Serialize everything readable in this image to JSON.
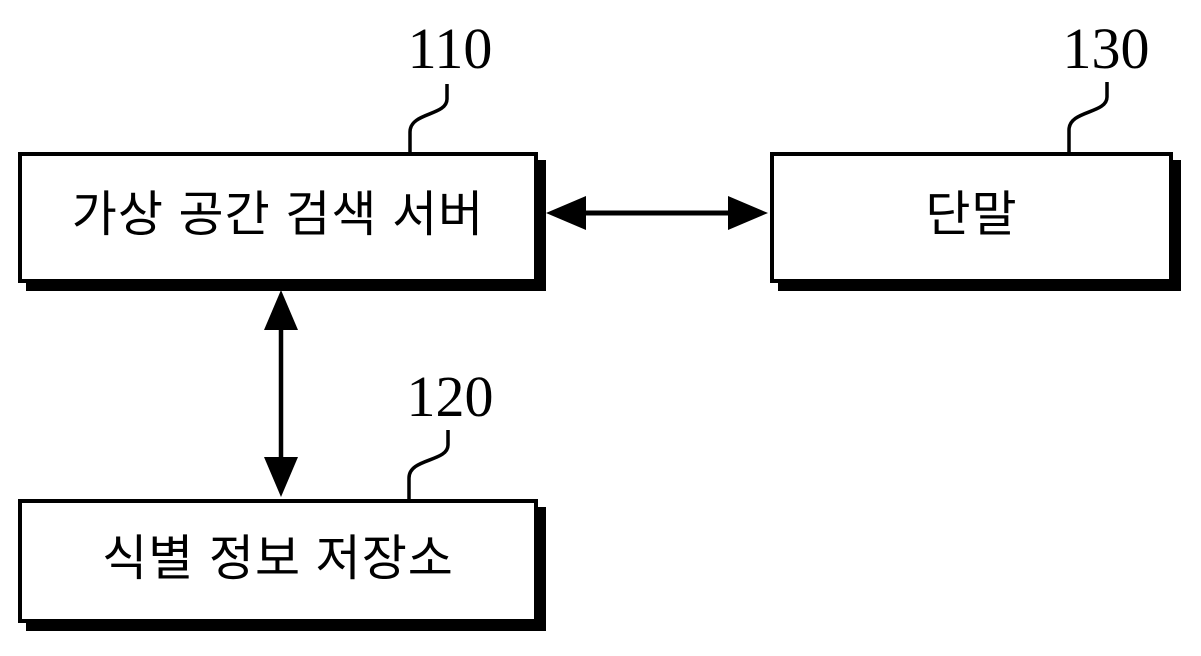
{
  "diagram": {
    "title": "",
    "kind": "patent-block-diagram",
    "background_color": "#ffffff",
    "line_color": "#000000",
    "nodes": [
      {
        "id": "110",
        "ref_label": "110",
        "text": "가상 공간 검색 서버"
      },
      {
        "id": "120",
        "ref_label": "120",
        "text": "식별 정보 저장소"
      },
      {
        "id": "130",
        "ref_label": "130",
        "text": "단말"
      }
    ],
    "connections": [
      {
        "from": "110",
        "to": "130",
        "type": "double-headed-arrow",
        "orientation": "horizontal"
      },
      {
        "from": "110",
        "to": "120",
        "type": "double-headed-arrow",
        "orientation": "vertical"
      }
    ]
  }
}
